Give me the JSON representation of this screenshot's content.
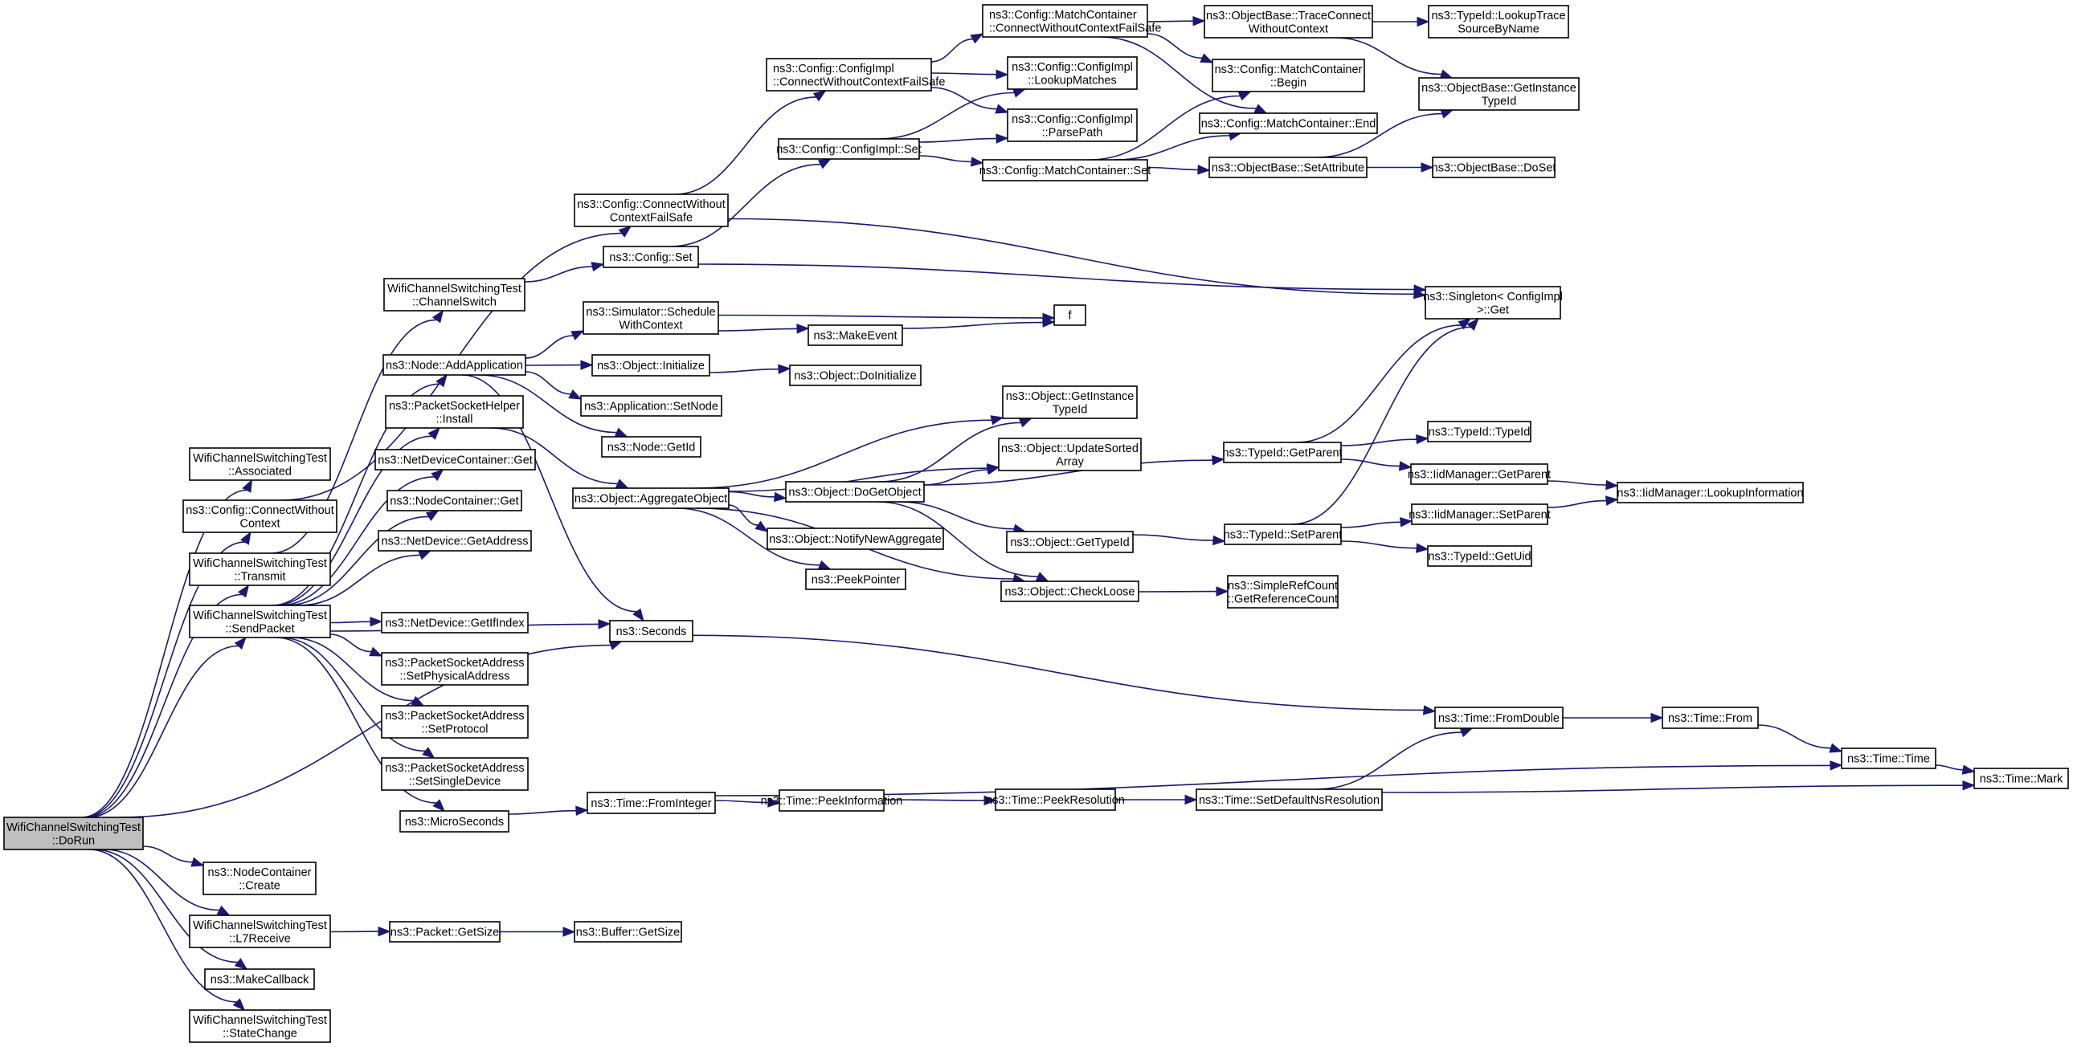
{
  "diagram": {
    "type": "call-graph",
    "title": "WifiChannelSwitchingTest::DoRun call graph",
    "colors": {
      "edge": "#191970",
      "root_fill": "#bfbfbf",
      "node_fill": "#ffffff",
      "border": "#000000"
    },
    "nodes": [
      {
        "id": "doRun",
        "lines": [
          "WifiChannelSwitchingTest",
          "::DoRun"
        ],
        "root": true
      },
      {
        "id": "associated",
        "lines": [
          "WifiChannelSwitchingTest",
          "::Associated"
        ]
      },
      {
        "id": "cfgConnectWoCtx",
        "lines": [
          "ns3::Config::ConnectWithout",
          "Context"
        ]
      },
      {
        "id": "transmit",
        "lines": [
          "WifiChannelSwitchingTest",
          "::Transmit"
        ]
      },
      {
        "id": "sendPacket",
        "lines": [
          "WifiChannelSwitchingTest",
          "::SendPacket"
        ]
      },
      {
        "id": "channelSwitch",
        "lines": [
          "WifiChannelSwitchingTest",
          "::ChannelSwitch"
        ]
      },
      {
        "id": "addApplication",
        "lines": [
          "ns3::Node::AddApplication"
        ]
      },
      {
        "id": "psHelperInstall",
        "lines": [
          "ns3::PacketSocketHelper",
          "::Install"
        ]
      },
      {
        "id": "ndcGet",
        "lines": [
          "ns3::NetDeviceContainer::Get"
        ]
      },
      {
        "id": "ncGet",
        "lines": [
          "ns3::NodeContainer::Get"
        ]
      },
      {
        "id": "ndGetAddress",
        "lines": [
          "ns3::NetDevice::GetAddress"
        ]
      },
      {
        "id": "ndGetIfIndex",
        "lines": [
          "ns3::NetDevice::GetIfIndex"
        ]
      },
      {
        "id": "psaSetPhys",
        "lines": [
          "ns3::PacketSocketAddress",
          "::SetPhysicalAddress"
        ]
      },
      {
        "id": "psaSetProto",
        "lines": [
          "ns3::PacketSocketAddress",
          "::SetProtocol"
        ]
      },
      {
        "id": "psaSetSingle",
        "lines": [
          "ns3::PacketSocketAddress",
          "::SetSingleDevice"
        ]
      },
      {
        "id": "microSeconds",
        "lines": [
          "ns3::MicroSeconds"
        ]
      },
      {
        "id": "ncCreate",
        "lines": [
          "ns3::NodeContainer",
          "::Create"
        ]
      },
      {
        "id": "l7Receive",
        "lines": [
          "WifiChannelSwitchingTest",
          "::L7Receive"
        ]
      },
      {
        "id": "makeCallback",
        "lines": [
          "ns3::MakeCallback"
        ]
      },
      {
        "id": "stateChange",
        "lines": [
          "WifiChannelSwitchingTest",
          "::StateChange"
        ]
      },
      {
        "id": "cfgConnectWoCtxFS",
        "lines": [
          "ns3::Config::ConnectWithout",
          "ContextFailSafe"
        ]
      },
      {
        "id": "cfgSet",
        "lines": [
          "ns3::Config::Set"
        ]
      },
      {
        "id": "schedWithCtx",
        "lines": [
          "ns3::Simulator::Schedule",
          "WithContext"
        ]
      },
      {
        "id": "objInitialize",
        "lines": [
          "ns3::Object::Initialize"
        ]
      },
      {
        "id": "appSetNode",
        "lines": [
          "ns3::Application::SetNode"
        ]
      },
      {
        "id": "nodeGetId",
        "lines": [
          "ns3::Node::GetId"
        ]
      },
      {
        "id": "aggregateObject",
        "lines": [
          "ns3::Object::AggregateObject"
        ]
      },
      {
        "id": "seconds",
        "lines": [
          "ns3::Seconds"
        ]
      },
      {
        "id": "timeFromInteger",
        "lines": [
          "ns3::Time::FromInteger"
        ]
      },
      {
        "id": "packetGetSize",
        "lines": [
          "ns3::Packet::GetSize"
        ]
      },
      {
        "id": "bufferGetSize",
        "lines": [
          "ns3::Buffer::GetSize"
        ]
      },
      {
        "id": "ciConnectWoCtxFS",
        "lines": [
          "ns3::Config::ConfigImpl",
          "::ConnectWithoutContextFailSafe"
        ],
        "align": "left"
      },
      {
        "id": "ciSet",
        "lines": [
          "ns3::Config::ConfigImpl::Set"
        ]
      },
      {
        "id": "makeEvent",
        "lines": [
          "ns3::MakeEvent"
        ]
      },
      {
        "id": "doInitialize",
        "lines": [
          "ns3::Object::DoInitialize"
        ]
      },
      {
        "id": "doGetObject",
        "lines": [
          "ns3::Object::DoGetObject"
        ]
      },
      {
        "id": "notifyNewAgg",
        "lines": [
          "ns3::Object::NotifyNewAggregate"
        ]
      },
      {
        "id": "peekPointer",
        "lines": [
          "ns3::PeekPointer"
        ]
      },
      {
        "id": "peekInformation",
        "lines": [
          "ns3::Time::PeekInformation"
        ]
      },
      {
        "id": "mcConnectWoCtxFS",
        "lines": [
          "ns3::Config::MatchContainer",
          "::ConnectWithoutContextFailSafe"
        ],
        "align": "left"
      },
      {
        "id": "ciLookupMatches",
        "lines": [
          "ns3::Config::ConfigImpl",
          "::LookupMatches"
        ]
      },
      {
        "id": "ciParsePath",
        "lines": [
          "ns3::Config::ConfigImpl",
          "::ParsePath"
        ]
      },
      {
        "id": "mcSet",
        "lines": [
          "ns3::Config::MatchContainer::Set"
        ]
      },
      {
        "id": "f",
        "lines": [
          "f"
        ]
      },
      {
        "id": "objGetInstTypeId",
        "lines": [
          "ns3::Object::GetInstance",
          "TypeId"
        ]
      },
      {
        "id": "updateSortedArray",
        "lines": [
          "ns3::Object::UpdateSorted",
          "Array"
        ]
      },
      {
        "id": "objGetTypeId",
        "lines": [
          "ns3::Object::GetTypeId"
        ]
      },
      {
        "id": "checkLoose",
        "lines": [
          "ns3::Object::CheckLoose"
        ]
      },
      {
        "id": "peekResolution",
        "lines": [
          "ns3::Time::PeekResolution"
        ]
      },
      {
        "id": "obTraceConnectWoCtx",
        "lines": [
          "ns3::ObjectBase::TraceConnect",
          "WithoutContext"
        ]
      },
      {
        "id": "mcBegin",
        "lines": [
          "ns3::Config::MatchContainer",
          "::Begin"
        ]
      },
      {
        "id": "mcEnd",
        "lines": [
          "ns3::Config::MatchContainer::End"
        ]
      },
      {
        "id": "obSetAttribute",
        "lines": [
          "ns3::ObjectBase::SetAttribute"
        ]
      },
      {
        "id": "singletonGet",
        "lines": [
          "ns3::Singleton< ConfigImpl",
          ">::Get"
        ]
      },
      {
        "id": "typeIdGetParent",
        "lines": [
          "ns3::TypeId::GetParent"
        ]
      },
      {
        "id": "typeIdSetParent",
        "lines": [
          "ns3::TypeId::SetParent"
        ]
      },
      {
        "id": "simpleRefCount",
        "lines": [
          "ns3::SimpleRefCount",
          "::GetReferenceCount"
        ]
      },
      {
        "id": "setDefaultNsRes",
        "lines": [
          "ns3::Time::SetDefaultNsResolution"
        ]
      },
      {
        "id": "timeFromDouble",
        "lines": [
          "ns3::Time::FromDouble"
        ]
      },
      {
        "id": "obGetInstTypeId",
        "lines": [
          "ns3::ObjectBase::GetInstance",
          "TypeId"
        ]
      },
      {
        "id": "lookupTraceSrc",
        "lines": [
          "ns3::TypeId::LookupTrace",
          "SourceByName"
        ]
      },
      {
        "id": "obDoSet",
        "lines": [
          "ns3::ObjectBase::DoSet"
        ]
      },
      {
        "id": "typeIdTypeId",
        "lines": [
          "ns3::TypeId::TypeId"
        ]
      },
      {
        "id": "iidGetParent",
        "lines": [
          "ns3::IidManager::GetParent"
        ]
      },
      {
        "id": "iidSetParent",
        "lines": [
          "ns3::IidManager::SetParent"
        ]
      },
      {
        "id": "typeIdGetUid",
        "lines": [
          "ns3::TypeId::GetUid"
        ]
      },
      {
        "id": "iidLookupInfo",
        "lines": [
          "ns3::IidManager::LookupInformation"
        ]
      },
      {
        "id": "timeFrom",
        "lines": [
          "ns3::Time::From"
        ]
      },
      {
        "id": "timeTime",
        "lines": [
          "ns3::Time::Time"
        ]
      },
      {
        "id": "timeMark",
        "lines": [
          "ns3::Time::Mark"
        ]
      }
    ],
    "edges": [
      [
        "doRun",
        "associated"
      ],
      [
        "doRun",
        "cfgConnectWoCtx"
      ],
      [
        "doRun",
        "transmit"
      ],
      [
        "doRun",
        "sendPacket"
      ],
      [
        "doRun",
        "seconds"
      ],
      [
        "doRun",
        "ncCreate"
      ],
      [
        "doRun",
        "l7Receive"
      ],
      [
        "doRun",
        "makeCallback"
      ],
      [
        "doRun",
        "stateChange"
      ],
      [
        "cfgConnectWoCtx",
        "cfgConnectWoCtxFS"
      ],
      [
        "transmit",
        "channelSwitch"
      ],
      [
        "sendPacket",
        "addApplication"
      ],
      [
        "sendPacket",
        "psHelperInstall"
      ],
      [
        "sendPacket",
        "ndcGet"
      ],
      [
        "sendPacket",
        "ncGet"
      ],
      [
        "sendPacket",
        "ndGetAddress"
      ],
      [
        "sendPacket",
        "ndGetIfIndex"
      ],
      [
        "sendPacket",
        "psaSetPhys"
      ],
      [
        "sendPacket",
        "psaSetProto"
      ],
      [
        "sendPacket",
        "psaSetSingle"
      ],
      [
        "sendPacket",
        "microSeconds"
      ],
      [
        "sendPacket",
        "seconds"
      ],
      [
        "channelSwitch",
        "cfgSet"
      ],
      [
        "addApplication",
        "schedWithCtx"
      ],
      [
        "addApplication",
        "objInitialize"
      ],
      [
        "addApplication",
        "appSetNode"
      ],
      [
        "addApplication",
        "nodeGetId"
      ],
      [
        "addApplication",
        "seconds"
      ],
      [
        "psHelperInstall",
        "aggregateObject"
      ],
      [
        "microSeconds",
        "timeFromInteger"
      ],
      [
        "l7Receive",
        "packetGetSize"
      ],
      [
        "packetGetSize",
        "bufferGetSize"
      ],
      [
        "cfgConnectWoCtxFS",
        "ciConnectWoCtxFS"
      ],
      [
        "cfgConnectWoCtxFS",
        "singletonGet"
      ],
      [
        "cfgSet",
        "ciSet"
      ],
      [
        "cfgSet",
        "singletonGet"
      ],
      [
        "schedWithCtx",
        "makeEvent"
      ],
      [
        "schedWithCtx",
        "f"
      ],
      [
        "makeEvent",
        "f"
      ],
      [
        "objInitialize",
        "doInitialize"
      ],
      [
        "aggregateObject",
        "objGetInstTypeId"
      ],
      [
        "aggregateObject",
        "updateSortedArray"
      ],
      [
        "aggregateObject",
        "doGetObject"
      ],
      [
        "aggregateObject",
        "notifyNewAgg"
      ],
      [
        "aggregateObject",
        "peekPointer"
      ],
      [
        "aggregateObject",
        "checkLoose"
      ],
      [
        "seconds",
        "timeFromDouble"
      ],
      [
        "timeFromInteger",
        "peekInformation"
      ],
      [
        "timeFromInteger",
        "timeTime"
      ],
      [
        "ciConnectWoCtxFS",
        "mcConnectWoCtxFS"
      ],
      [
        "ciConnectWoCtxFS",
        "ciLookupMatches"
      ],
      [
        "ciConnectWoCtxFS",
        "ciParsePath"
      ],
      [
        "ciSet",
        "ciLookupMatches"
      ],
      [
        "ciSet",
        "ciParsePath"
      ],
      [
        "ciSet",
        "mcSet"
      ],
      [
        "doGetObject",
        "objGetInstTypeId"
      ],
      [
        "doGetObject",
        "updateSortedArray"
      ],
      [
        "doGetObject",
        "objGetTypeId"
      ],
      [
        "doGetObject",
        "checkLoose"
      ],
      [
        "doGetObject",
        "typeIdGetParent"
      ],
      [
        "peekInformation",
        "peekResolution"
      ],
      [
        "peekResolution",
        "setDefaultNsRes"
      ],
      [
        "mcConnectWoCtxFS",
        "obTraceConnectWoCtx"
      ],
      [
        "mcConnectWoCtxFS",
        "mcBegin"
      ],
      [
        "mcConnectWoCtxFS",
        "mcEnd"
      ],
      [
        "mcSet",
        "mcBegin"
      ],
      [
        "mcSet",
        "mcEnd"
      ],
      [
        "mcSet",
        "obSetAttribute"
      ],
      [
        "objGetTypeId",
        "typeIdSetParent"
      ],
      [
        "checkLoose",
        "simpleRefCount"
      ],
      [
        "obTraceConnectWoCtx",
        "lookupTraceSrc"
      ],
      [
        "obTraceConnectWoCtx",
        "obGetInstTypeId"
      ],
      [
        "obSetAttribute",
        "obGetInstTypeId"
      ],
      [
        "obSetAttribute",
        "obDoSet"
      ],
      [
        "typeIdGetParent",
        "singletonGet"
      ],
      [
        "typeIdGetParent",
        "typeIdTypeId"
      ],
      [
        "typeIdGetParent",
        "iidGetParent"
      ],
      [
        "typeIdSetParent",
        "singletonGet"
      ],
      [
        "typeIdSetParent",
        "iidSetParent"
      ],
      [
        "typeIdSetParent",
        "typeIdGetUid"
      ],
      [
        "iidGetParent",
        "iidLookupInfo"
      ],
      [
        "iidSetParent",
        "iidLookupInfo"
      ],
      [
        "setDefaultNsRes",
        "timeFromDouble"
      ],
      [
        "setDefaultNsRes",
        "timeMark"
      ],
      [
        "timeFromDouble",
        "timeFrom"
      ],
      [
        "timeFrom",
        "timeTime"
      ],
      [
        "timeTime",
        "timeMark"
      ]
    ]
  }
}
